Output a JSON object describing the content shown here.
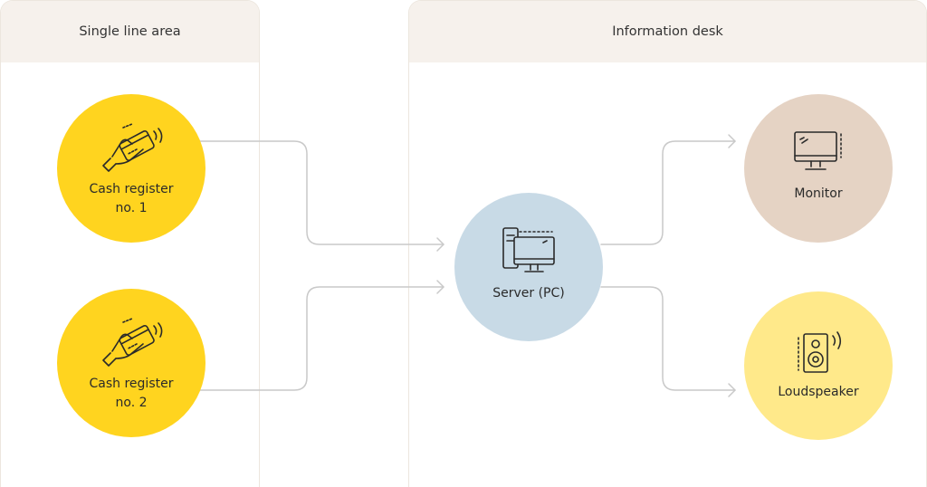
{
  "panels": {
    "left_title": "Single line area",
    "right_title": "Information desk"
  },
  "nodes": {
    "cash1": {
      "line1": "Cash register",
      "line2": "no. 1",
      "icon": "card-payment-icon",
      "color": "#ffd41f"
    },
    "cash2": {
      "line1": "Cash register",
      "line2": "no. 2",
      "icon": "card-payment-icon",
      "color": "#ffd41f"
    },
    "server": {
      "label": "Server (PC)",
      "icon": "computer-icon",
      "color": "#c8dae6"
    },
    "monitor": {
      "label": "Monitor",
      "icon": "monitor-icon",
      "color": "#e5d3c4"
    },
    "speaker": {
      "label": "Loudspeaker",
      "icon": "speaker-icon",
      "color": "#ffe98a"
    }
  },
  "connections": [
    {
      "from": "cash1",
      "to": "server"
    },
    {
      "from": "cash2",
      "to": "server"
    },
    {
      "from": "server",
      "to": "monitor"
    },
    {
      "from": "server",
      "to": "speaker"
    }
  ]
}
